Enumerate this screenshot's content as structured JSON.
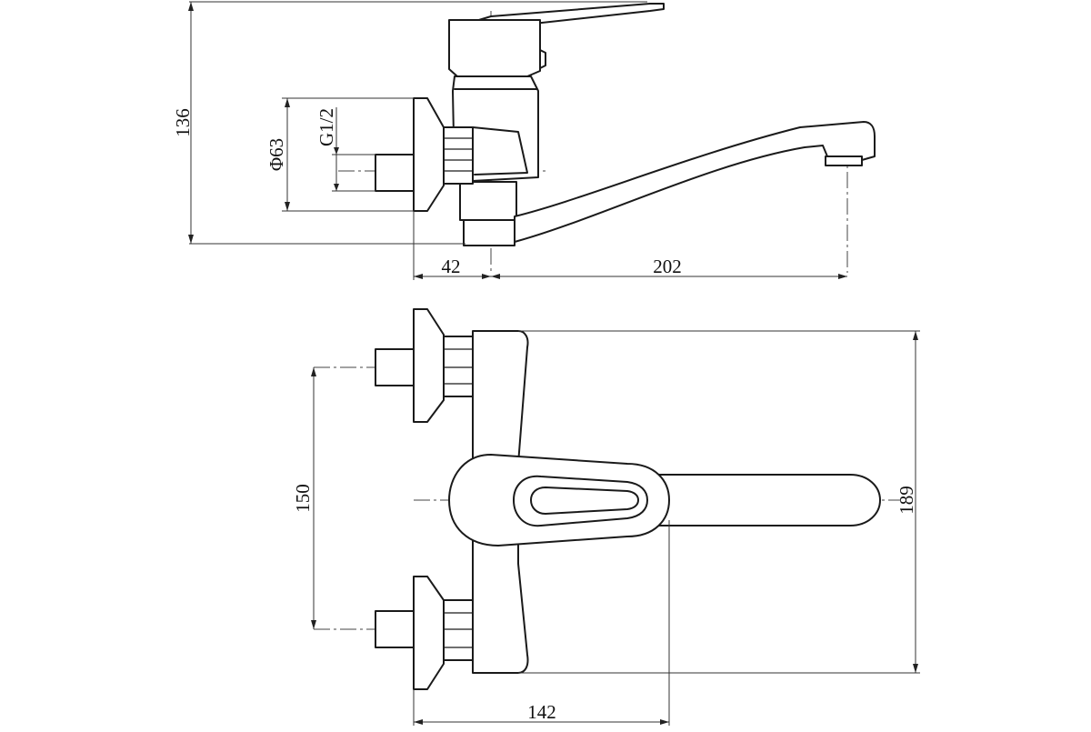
{
  "diagram": {
    "title": "",
    "side_view": {
      "dim_height": "136",
      "dim_flange": "Φ63",
      "dim_thread": "G1/2",
      "dim_offset": "42",
      "dim_reach": "202"
    },
    "top_view": {
      "dim_center": "150",
      "dim_width": "189",
      "dim_depth": "142"
    }
  }
}
